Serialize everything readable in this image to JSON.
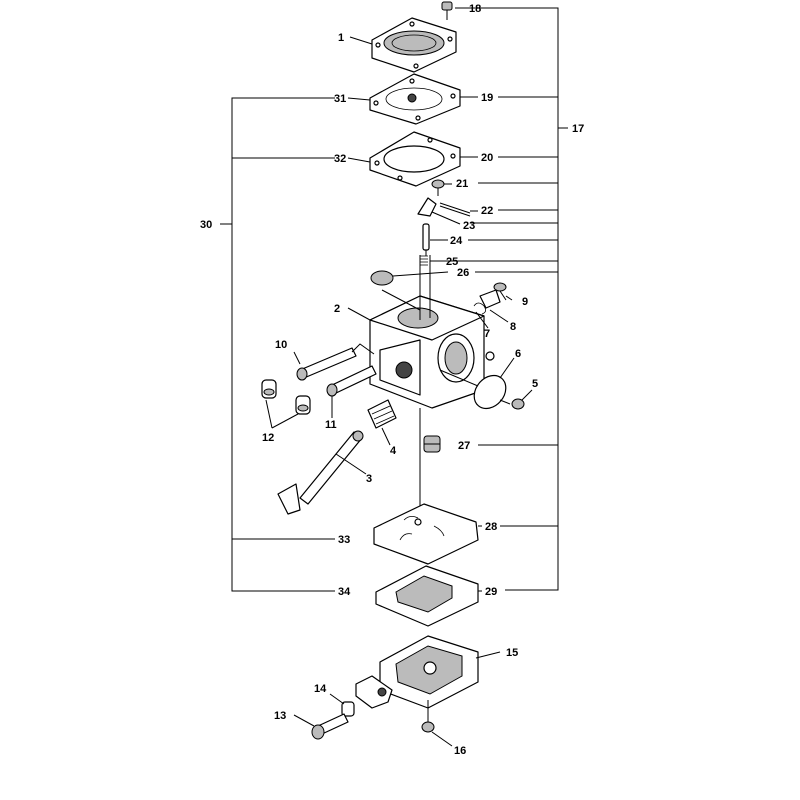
{
  "labels": {
    "l1": "1",
    "l2": "2",
    "l3": "3",
    "l4": "4",
    "l5": "5",
    "l6": "6",
    "l7": "7",
    "l8": "8",
    "l9": "9",
    "l10": "10",
    "l11": "11",
    "l12": "12",
    "l13": "13",
    "l14": "14",
    "l15": "15",
    "l16": "16",
    "l17": "17",
    "l18": "18",
    "l19": "19",
    "l20": "20",
    "l21": "21",
    "l22": "22",
    "l23": "23",
    "l24": "24",
    "l25": "25",
    "l26": "26",
    "l27": "27",
    "l28": "28",
    "l29": "29",
    "l30": "30",
    "l31": "31",
    "l32": "32",
    "l33": "33",
    "l34": "34"
  },
  "colors": {
    "line": "#000000",
    "background": "#ffffff"
  }
}
